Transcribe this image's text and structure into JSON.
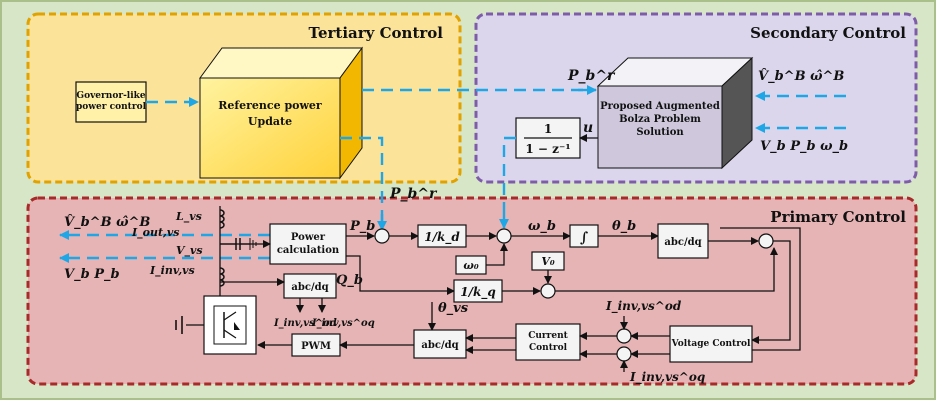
{
  "regions": {
    "tertiary_title": "Tertiary Control",
    "secondary_title": "Secondary Control",
    "primary_title": "Primary Control"
  },
  "blocks": {
    "governor": "Governor-like power control",
    "reference_update": "Reference power Update",
    "bolza": "Proposed Augmented Bolza Problem Solution",
    "integrator_tf_num": "1",
    "integrator_tf_den": "1 − z⁻¹",
    "power_calc": "Power calculation",
    "inv_kd": "1/k_d",
    "inv_kq": "1/k_q",
    "integral": "∫",
    "abc_dq_top": "abc/dq",
    "abc_dq_mid": "abc/dq",
    "abc_dq_bottom": "abc/dq",
    "current_control": "Current Control",
    "voltage_control": "Voltage Control",
    "pwm": "PWM",
    "omega0": "ω₀",
    "v0": "V₀"
  },
  "signals": {
    "pbr_top": "P_b^r",
    "pbr_mid": "P_b^r",
    "vb_hat_omega_hat": "V̂_b^B  ω̂^B",
    "vb_pb_omegab_right": "V_b  P_b  ω_b",
    "u": "u",
    "vb_hat_omega_hat_left": "V̂_b^B  ω̂^B",
    "vb_pb_left": "V_b   P_b",
    "l_vs": "L_vs",
    "i_out_vs": "I_out,vs",
    "v_vs": "V_vs",
    "i_inv_vs": "I_inv,vs",
    "p_b": "P_b",
    "q_b": "Q_b",
    "omega_b": "ω_b",
    "theta_b": "θ_b",
    "theta_vs": "θ_vs",
    "i_od": "I_inv,vs^od",
    "i_oq": "I_inv,vs^oq",
    "i_od_small": "I_inv,vs^od",
    "i_oq_small": "I_inv,vs^oq"
  }
}
